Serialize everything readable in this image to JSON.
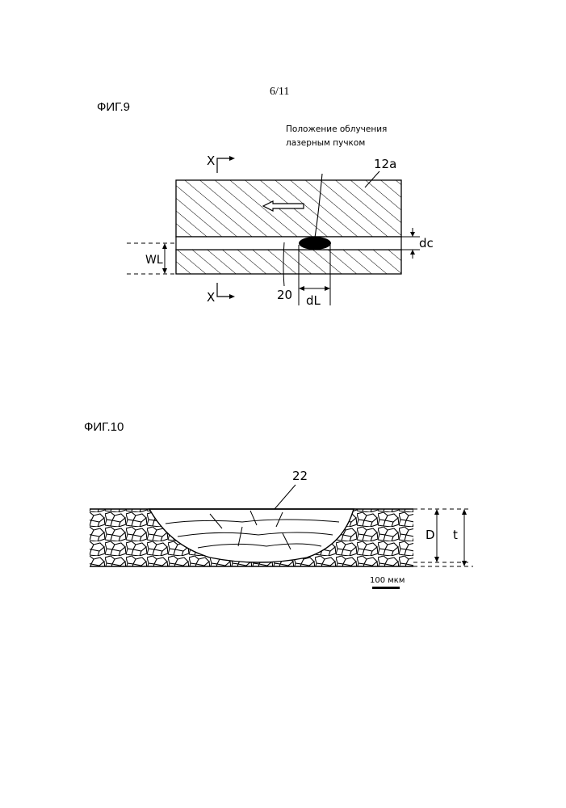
{
  "page": {
    "number": "6/11"
  },
  "figure9": {
    "label": "ФИГ.9",
    "annotation_line1": "Положение облучения",
    "annotation_line2": "лазерным пучком",
    "label_12a": "12a",
    "label_20": "20",
    "label_dc": "dc",
    "label_dL": "dL",
    "label_WL": "WL",
    "label_X": "X"
  },
  "figure10": {
    "label": "ФИГ.10",
    "label_22": "22",
    "label_D": "D",
    "label_t": "t",
    "scale_text": "100 мкм"
  }
}
